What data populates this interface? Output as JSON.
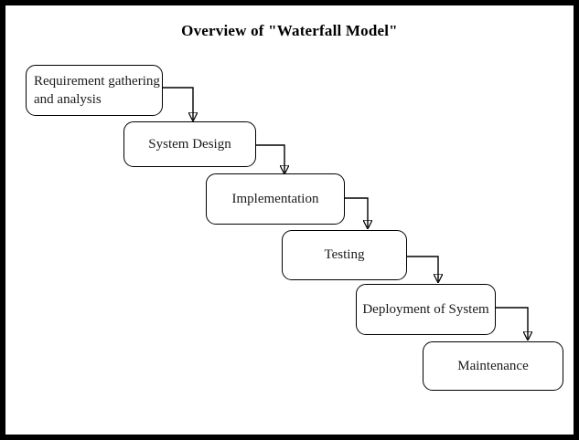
{
  "title": "Overview of \"Waterfall Model\"",
  "nodes": [
    {
      "label": "Requirement gathering\nand analysis"
    },
    {
      "label": "System Design"
    },
    {
      "label": "Implementation"
    },
    {
      "label": "Testing"
    },
    {
      "label": "Deployment of System"
    },
    {
      "label": "Maintenance"
    }
  ],
  "edges": [
    {
      "from": "Requirement gathering and analysis",
      "to": "System Design"
    },
    {
      "from": "System Design",
      "to": "Implementation"
    },
    {
      "from": "Implementation",
      "to": "Testing"
    },
    {
      "from": "Testing",
      "to": "Deployment of System"
    },
    {
      "from": "Deployment of System",
      "to": "Maintenance"
    }
  ],
  "colors": {
    "background": "#ffffff",
    "frame_border": "#000000",
    "box_border": "#000000",
    "line": "#000000",
    "text": "#1a1a1a"
  }
}
